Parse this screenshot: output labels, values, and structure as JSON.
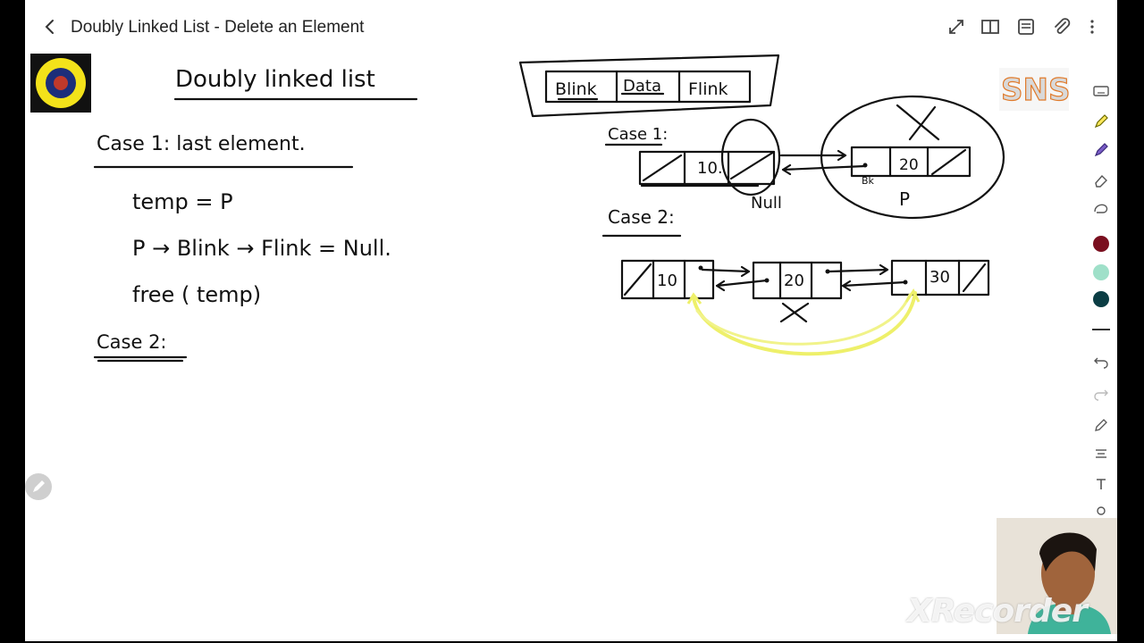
{
  "window": {
    "title": "Doubly Linked List - Delete an Element"
  },
  "toolbar": {
    "colors": [
      "#7a0f1f",
      "#9fe0c9",
      "#0b3d44"
    ]
  },
  "note": {
    "heading": "Doubly linked list",
    "case1_heading": "Case 1:  last element.",
    "code": [
      "temp = P",
      "P → Blink → Flink = Null.",
      "free ( temp)"
    ],
    "case2_heading": "Case 2:",
    "struct_fields": [
      "Blink",
      "Data",
      "Flink"
    ],
    "diagram_case1_label": "Case 1:",
    "diagram_case1_values": [
      "10.",
      "20"
    ],
    "diagram_case1_null": "Null",
    "diagram_case1_p": "P",
    "diagram_case1_bk": "Bk",
    "diagram_case2_label": "Case 2:",
    "diagram_case2_values": [
      "10",
      "20",
      "30"
    ]
  },
  "logo": {
    "text": "SNS"
  },
  "watermark": "XRecorder"
}
